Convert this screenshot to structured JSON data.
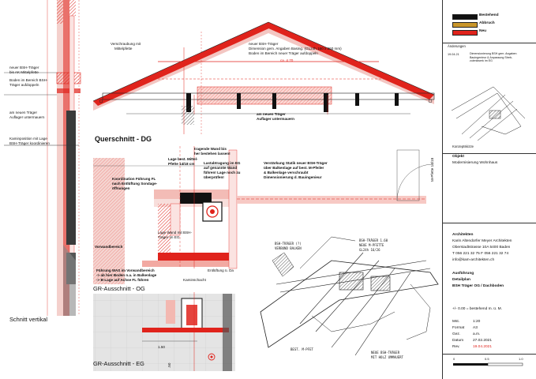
{
  "legend": [
    {
      "label": "Bestehend",
      "color": "#111111"
    },
    {
      "label": "Abbruch",
      "color": "#c9962a"
    },
    {
      "label": "Neu",
      "color": "#e0231c"
    }
  ],
  "changes": {
    "heading": "Änderungen",
    "entry_date": "19.04.21",
    "entry_text": [
      "Dimensionierung BSH gem. Angaben",
      "Bauingenieur & Anpassung Streb-",
      "zulenkwerk im EG"
    ]
  },
  "sketch_caption": "Konzeptskizze",
  "project": {
    "heading": "Objekt",
    "name": "Modernisierung Wohnhaus"
  },
  "architect": {
    "heading": "Architekten",
    "lines": [
      "Karin Altendorfer Meyer Architekten",
      "Oberstadtstrasse 10A  5400 Baden",
      "T 056 221 32 75  F 056 221 32 74",
      "info@kam-architekten.ch"
    ]
  },
  "execution": {
    "heading": "Ausführung",
    "line1": "Detailplan",
    "line2": "BSH Träger OG / Dachboden"
  },
  "level_ref": "+/- 0.00 = bestehend  m. ü. M.",
  "meta": [
    {
      "key": "Mst.",
      "value": "1:20"
    },
    {
      "key": "Format",
      "value": "A3"
    },
    {
      "key": "Gez.",
      "value": "a.m."
    },
    {
      "key": "Datum",
      "value": "27.02.2021"
    },
    {
      "key": "Rev.",
      "value": "19.04.2021"
    }
  ],
  "scale_bar": [
    "0",
    "0.5",
    "1.0"
  ],
  "drawing_labels": {
    "left_notes": [
      "neuer BSH-Träger",
      "bis AK Mittelpfette",
      "Boden im Bereich BSH-",
      "Träger aufdoppeln",
      "am neuen Träger",
      "Auflager untermauern",
      "Kaminposition mit Lage",
      "BSH-Träger koordinieren"
    ],
    "schnitt_vertikal": "Schnitt vertikal",
    "verschraubung": [
      "Verschraubung mit",
      "Mittelpfette"
    ],
    "bsh_top": [
      "neuer BSH-Träger",
      "Dimension gem. Angaben Basing. (GL24h 160 x 260 mm)",
      "Boden im Bereich neuer Träger aufdoppeln"
    ],
    "ca_dim": "ca. 4.70",
    "auflager": [
      "am neuen Träger",
      "Auflager untermauern"
    ],
    "querschnitt_dg": "Querschnitt - DG",
    "lage_mittelpfette": [
      "Lage best. Mittel-",
      "Pfette 14/18 cm"
    ],
    "tragende_wand": [
      "tragende Wand bis",
      "her bestehen lassen!"
    ],
    "lastabtragung": [
      "Lastabtragung im EG",
      "auf genannte Wand",
      "führen! Lage noch zu",
      "überprüfen!"
    ],
    "verstaerkung": [
      "Verstärkung Statik neuer BSH-Träger",
      "über Balkenlage auf best. M-Pfeiler",
      "& Balkenlage verschraubt",
      "Dimensionierung d. Bauingenieur"
    ],
    "m_pfette": "M-Pfette 14/18",
    "koordination_fl": [
      "Koordination Führung FL",
      "nach Entlüftung Sondage-",
      "öffnungen"
    ],
    "lage_wand": [
      "Lage Wand mit BSH-",
      "Träger im EG"
    ],
    "vorwandbereich": "Vorwandbereich",
    "entluftung": "Entlüftung ü. Da",
    "fuehrung_was": [
      "Führung WAS im Vorwandbereich",
      "-> ab hier Boden n.a. in Balkenlage",
      "-> B-Lage auf Achse FL führen"
    ],
    "kaminschacht": "Kaminschacht",
    "gr_og": "GR-Ausschnitt - OG",
    "gr_eg": "GR-Ausschnitt - EG",
    "dim_150": "1.50",
    "dim_50": ".50",
    "sketch_notes": [
      "BSH-TRÄGER 1.60",
      "NEUE M-PFETTE",
      "GL24h 16/26",
      "BSH-TRÄGER (?)",
      "VERBUND BALKEN",
      "BEST. M-PFET",
      "NEUE BSH-TRÄGER",
      "MIT HOLZ UMMAUERT"
    ]
  }
}
